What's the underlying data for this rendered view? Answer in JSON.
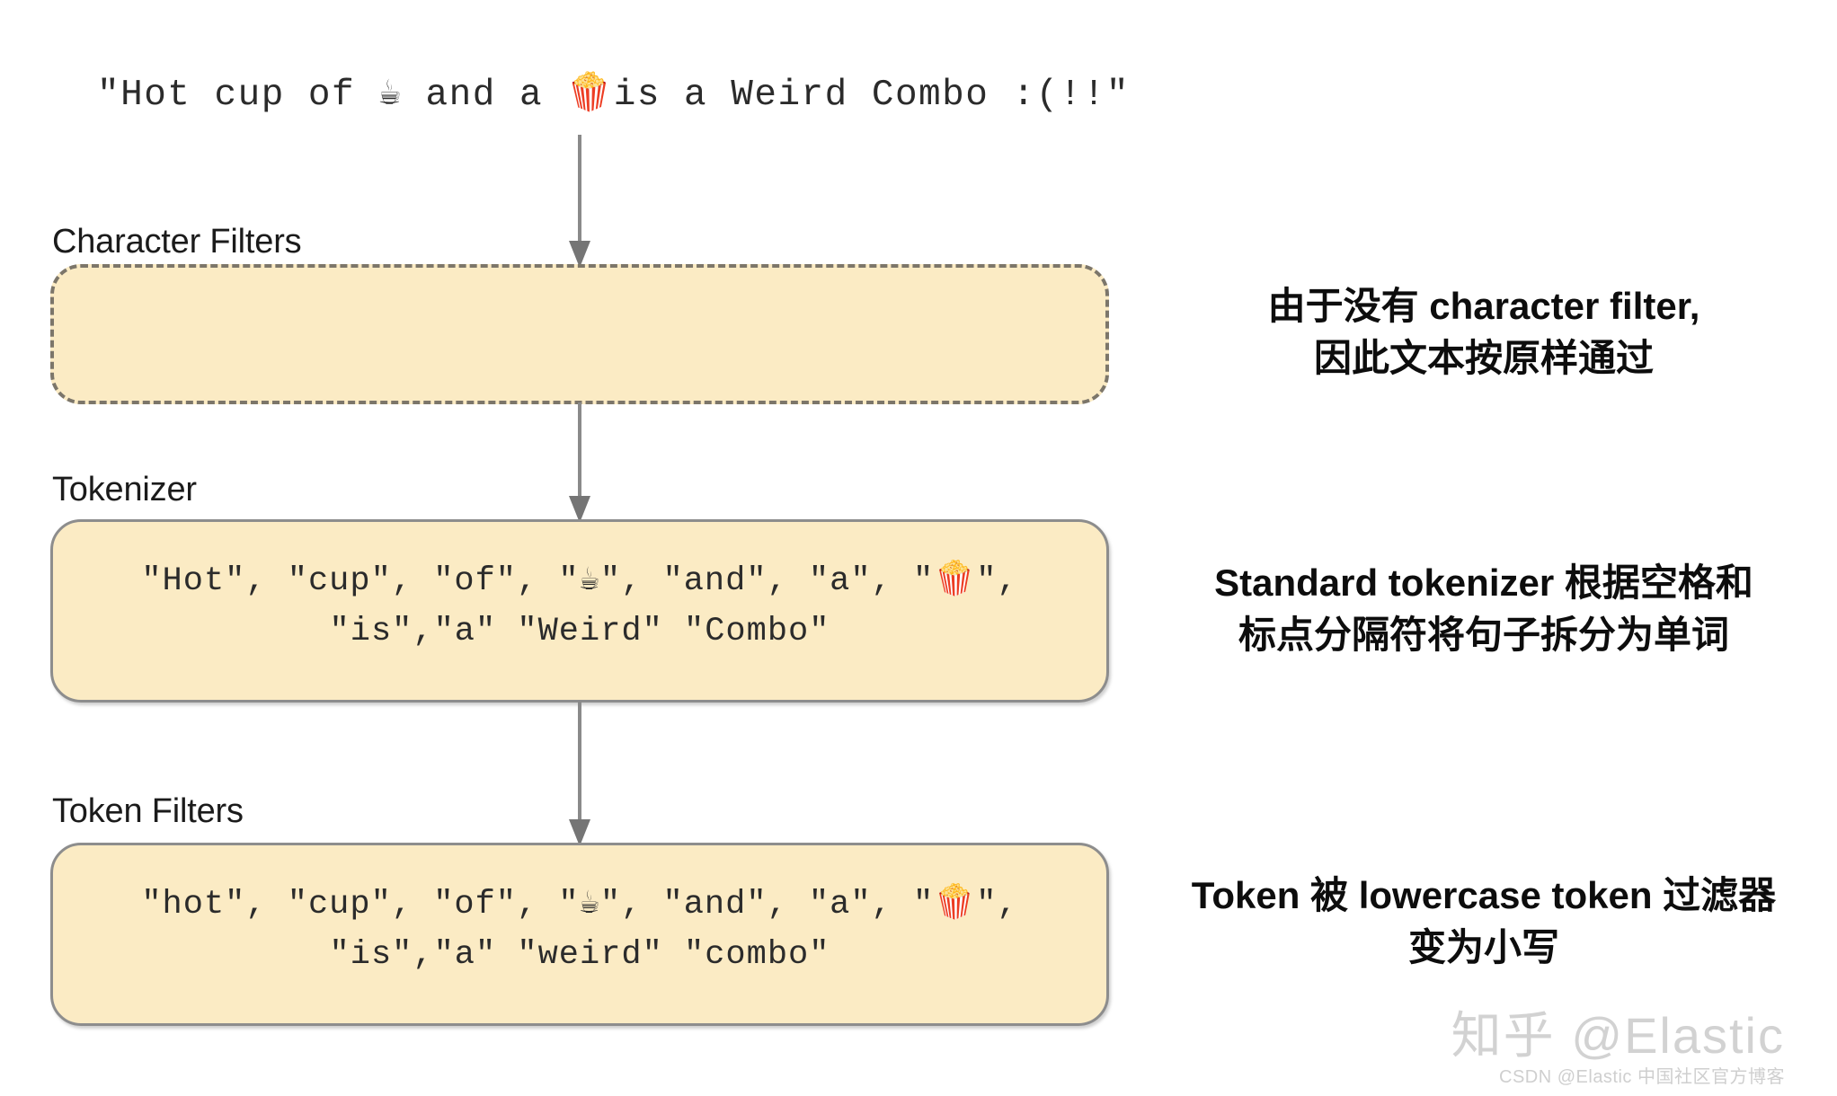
{
  "input": {
    "sentence": "\"Hot cup of ☕ and a 🍿is a Weird Combo :(!!\""
  },
  "stages": [
    {
      "id": "character-filters",
      "label": "Character Filters",
      "content_lines": [],
      "border_style": "dashed",
      "annotation": [
        "由于没有 character filter,",
        "因此文本按原样通过"
      ]
    },
    {
      "id": "tokenizer",
      "label": "Tokenizer",
      "content_lines": [
        "\"Hot\", \"cup\", \"of\", \"☕\", \"and\", \"a\", \"🍿\",",
        "\"is\",\"a\" \"Weird\" \"Combo\""
      ],
      "border_style": "solid",
      "annotation": [
        "Standard tokenizer 根据空格和",
        "标点分隔符将句子拆分为单词"
      ]
    },
    {
      "id": "token-filters",
      "label": "Token Filters",
      "content_lines": [
        "\"hot\", \"cup\", \"of\", \"☕\", \"and\", \"a\", \"🍿\",",
        "\"is\",\"a\" \"weird\" \"combo\""
      ],
      "border_style": "solid",
      "annotation": [
        "Token 被 lowercase token 过滤器",
        "变为小写"
      ]
    }
  ],
  "watermarks": {
    "zhihu": "知乎 @Elastic",
    "csdn": "CSDN @Elastic 中国社区官方博客"
  },
  "colors": {
    "box_fill": "#fbebc4",
    "dashed_border": "#7c766a",
    "solid_border": "#8d8d8d",
    "arrow": "#8a8a8a",
    "text": "#2b2b2b",
    "watermark": "#d2d2d2"
  }
}
